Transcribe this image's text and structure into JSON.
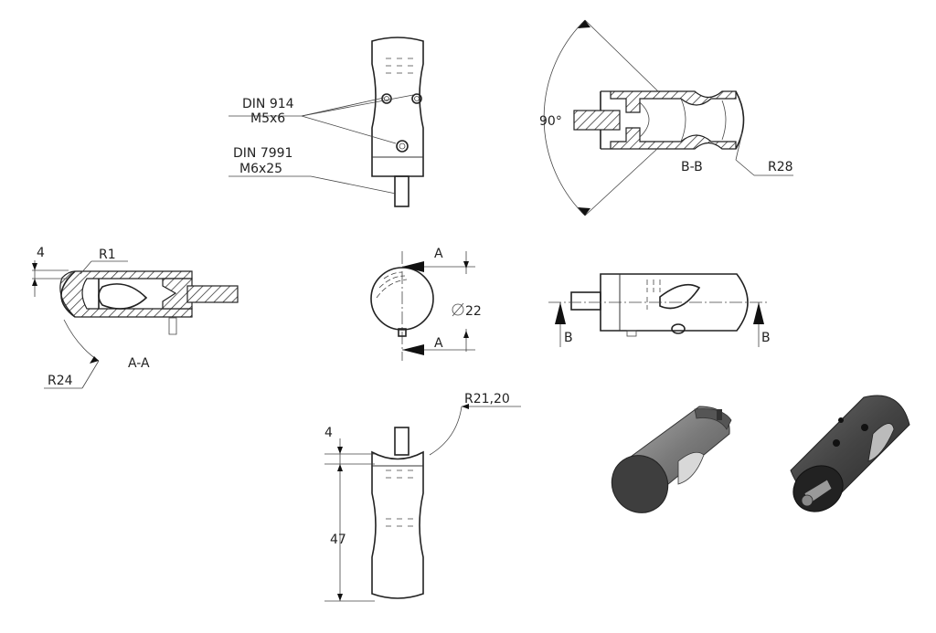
{
  "labels": {
    "din914_line1": "DIN 914",
    "din914_line2": "M5x6",
    "din7991_line1": "DIN 7991",
    "din7991_line2": "M6x25",
    "angle": "90°",
    "section_bb": "B-B",
    "r28": "R28",
    "dim_4_left": "4",
    "r1": "R1",
    "section_aa": "A-A",
    "r24": "R24",
    "arrow_a_top": "A",
    "arrow_a_bottom": "A",
    "diameter": "22",
    "arrow_b_left": "B",
    "arrow_b_right": "B",
    "r21_20": "R21,20",
    "dim_4_bottom": "4",
    "dim_47": "47"
  },
  "colors": {
    "line": "#222222",
    "part_body": "#7a7a7a",
    "part_dark": "#3c3c3c"
  }
}
